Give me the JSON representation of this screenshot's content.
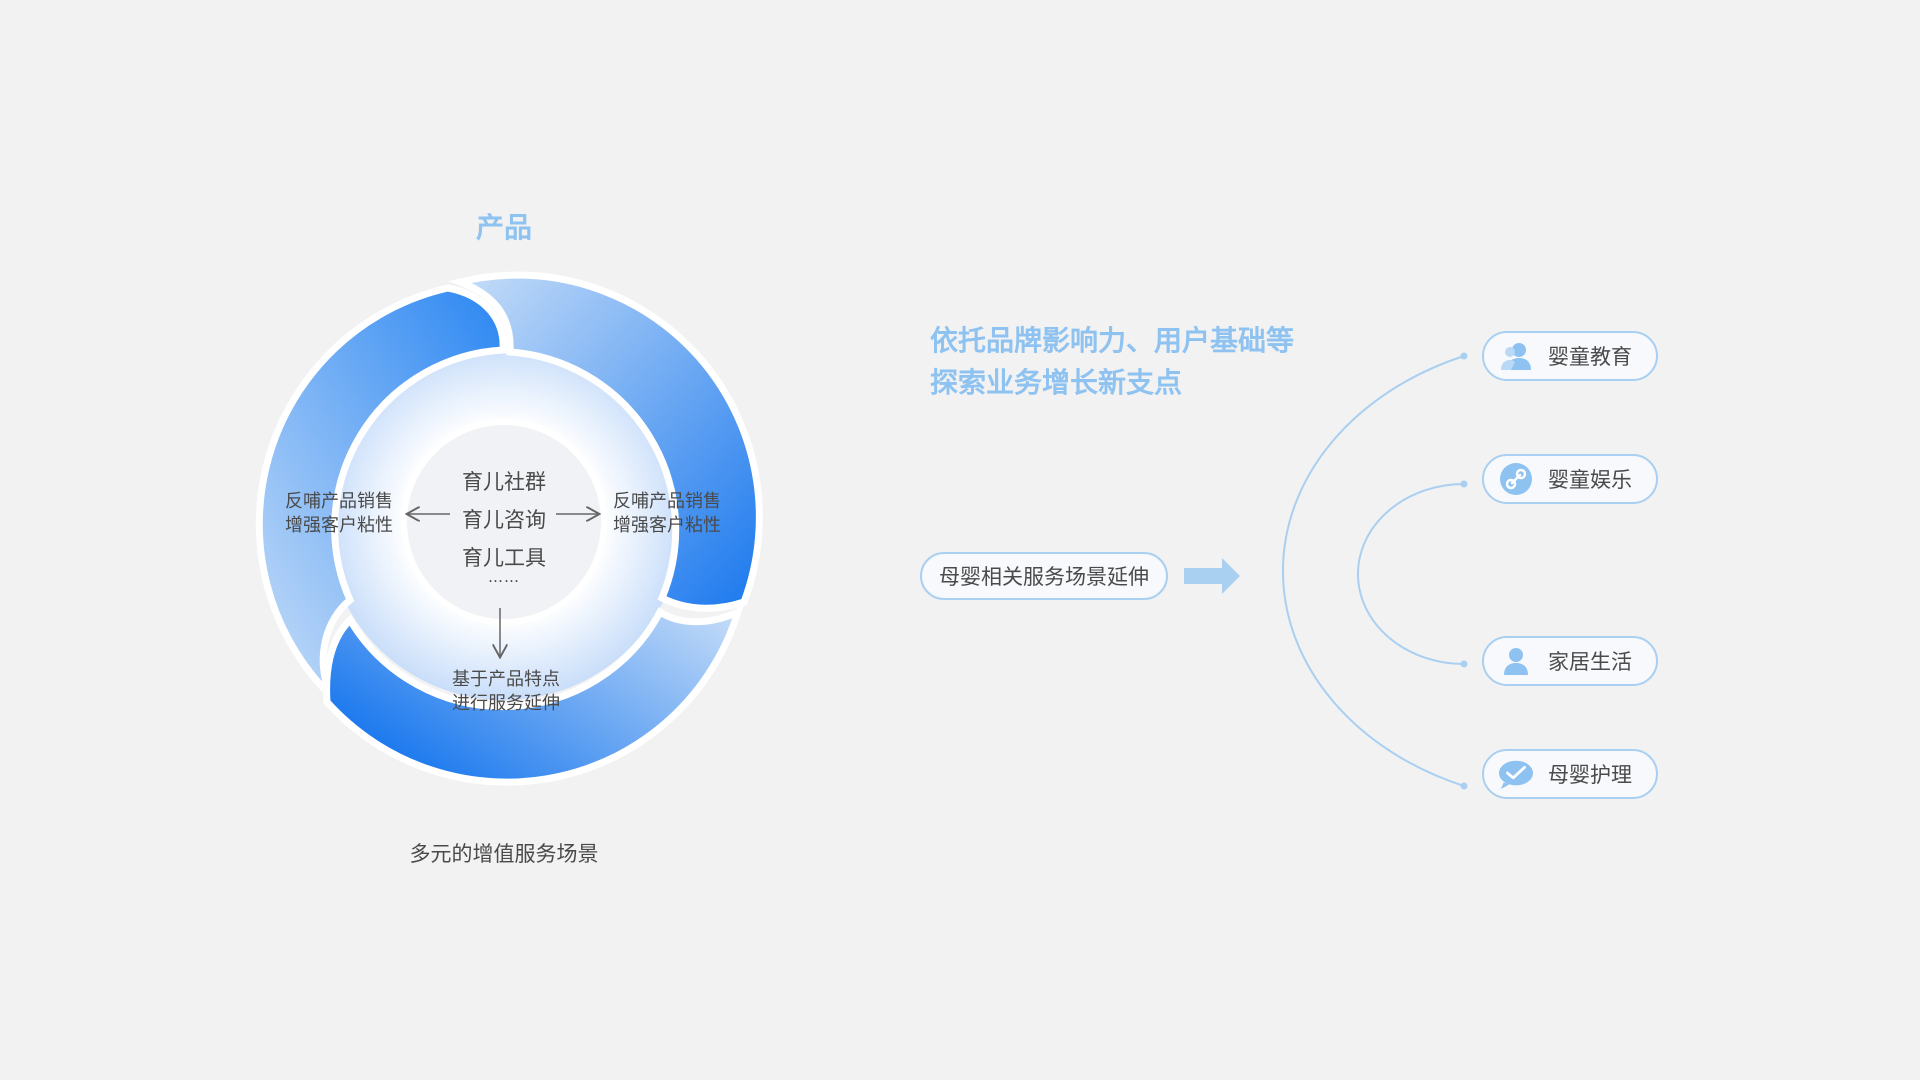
{
  "product_title": "产品",
  "cycle": {
    "center_items": [
      "育儿社群",
      "育儿咨询",
      "育儿工具",
      "……"
    ],
    "left_text": [
      "反哺产品销售",
      "增强客户粘性"
    ],
    "right_text": [
      "反哺产品销售",
      "增强客户粘性"
    ],
    "bottom_text": [
      "基于产品特点",
      "进行服务延伸"
    ],
    "colors": {
      "light": "#a8cdf7",
      "dark": "#1a7cf0",
      "center_fill": "#f0f2f5"
    }
  },
  "caption": "多元的增值服务场景",
  "headline": [
    "依托品牌影响力、用户基础等",
    "探索业务增长新支点"
  ],
  "source_pill": "母婴相关服务场景延伸",
  "targets": [
    {
      "label": "婴童教育",
      "icon": "user-group-icon"
    },
    {
      "label": "婴童娱乐",
      "icon": "link-icon"
    },
    {
      "label": "家居生活",
      "icon": "user-icon"
    },
    {
      "label": "母婴护理",
      "icon": "check-chat-icon"
    }
  ],
  "colors": {
    "accent": "#8ec2f1",
    "line": "#a9cff1",
    "icon": "#6fb0ee"
  }
}
